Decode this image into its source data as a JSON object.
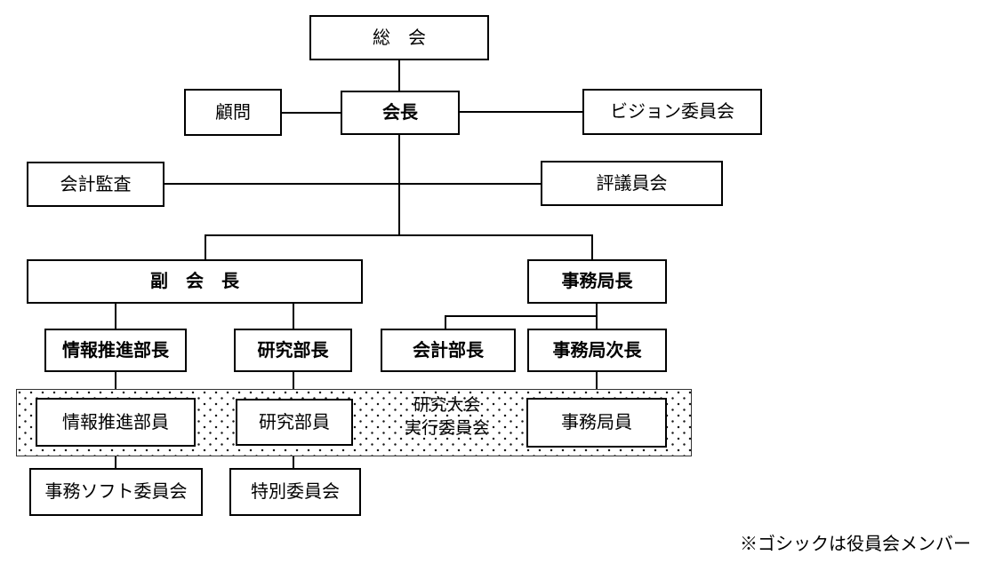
{
  "org_chart": {
    "nodes": {
      "general_meeting": {
        "label": "総　会",
        "bold": false
      },
      "advisor": {
        "label": "顧問",
        "bold": false
      },
      "president": {
        "label": "会長",
        "bold": true
      },
      "vision_committee": {
        "label": "ビジョン委員会",
        "bold": false
      },
      "accounting_audit": {
        "label": "会計監査",
        "bold": false
      },
      "council": {
        "label": "評議員会",
        "bold": false
      },
      "vice_president": {
        "label": "副　会　長",
        "bold": true
      },
      "secretariat_chief": {
        "label": "事務局長",
        "bold": true
      },
      "info_promotion_chief": {
        "label": "情報推進部長",
        "bold": true
      },
      "research_chief": {
        "label": "研究部長",
        "bold": true
      },
      "accounting_chief": {
        "label": "会計部長",
        "bold": true
      },
      "secretariat_deputy": {
        "label": "事務局次長",
        "bold": true
      },
      "info_promotion_member": {
        "label": "情報推進部員",
        "bold": false
      },
      "research_member": {
        "label": "研究部員",
        "bold": false
      },
      "secretariat_member": {
        "label": "事務局員",
        "bold": false
      },
      "office_soft_committee": {
        "label": "事務ソフト委員会",
        "bold": false
      },
      "special_committee": {
        "label": "特別委員会",
        "bold": false
      }
    },
    "zone": {
      "label_line1": "研究大会",
      "label_line2": "実行委員会"
    },
    "note": "※ゴシックは役員会メンバー",
    "colors": {
      "line": "#000000",
      "background": "#ffffff"
    }
  }
}
